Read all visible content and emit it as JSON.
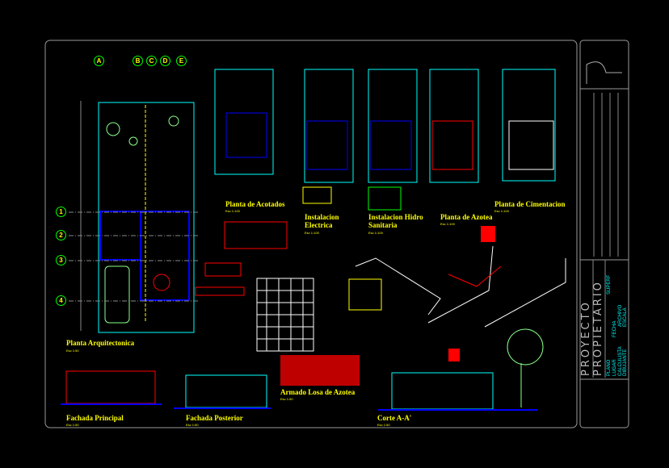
{
  "sheet": {
    "drawings": [
      {
        "title": "Planta Arquitectonica",
        "scale": "Esc 1:50"
      },
      {
        "title": "Planta de Acotados",
        "scale": "Esc 1:100"
      },
      {
        "title": "Instalacion Electrica",
        "scale": "Esc 1:100"
      },
      {
        "title": "Instalacion Hidro Sanitaria",
        "scale": "Esc 1:100"
      },
      {
        "title": "Planta de Azotea",
        "scale": "Esc 1:100"
      },
      {
        "title": "Planta de Cimentacion",
        "scale": "Esc 1:100"
      },
      {
        "title": "Armado Losa de Azotea",
        "scale": "Esc 1:50"
      },
      {
        "title": "Fachada Principal",
        "scale": "Esc 1:50"
      },
      {
        "title": "Fachada Posterior",
        "scale": "Esc 1:50"
      },
      {
        "title": "Corte A-A'",
        "scale": "Esc 1:50"
      }
    ],
    "axes_columns": [
      "A",
      "B",
      "C",
      "D",
      "E"
    ],
    "axes_rows": [
      "1",
      "2",
      "3",
      "4"
    ]
  },
  "title_block": {
    "project": "PROYECTO",
    "owner": "PROPIETARIO",
    "fields": [
      "SUPERF",
      "PLANO",
      "FECHA",
      "LUGAR",
      "ARCHIVO",
      "CALCULISTA",
      "ESCALA",
      "DIBUJANTE"
    ]
  },
  "colors": {
    "background": "#000000",
    "frame": "#9a9a9a",
    "walls": "#0000ff",
    "text": "#ffff00",
    "grid": "#00ff00",
    "accent": "#ff0000",
    "border": "#00ffff"
  }
}
